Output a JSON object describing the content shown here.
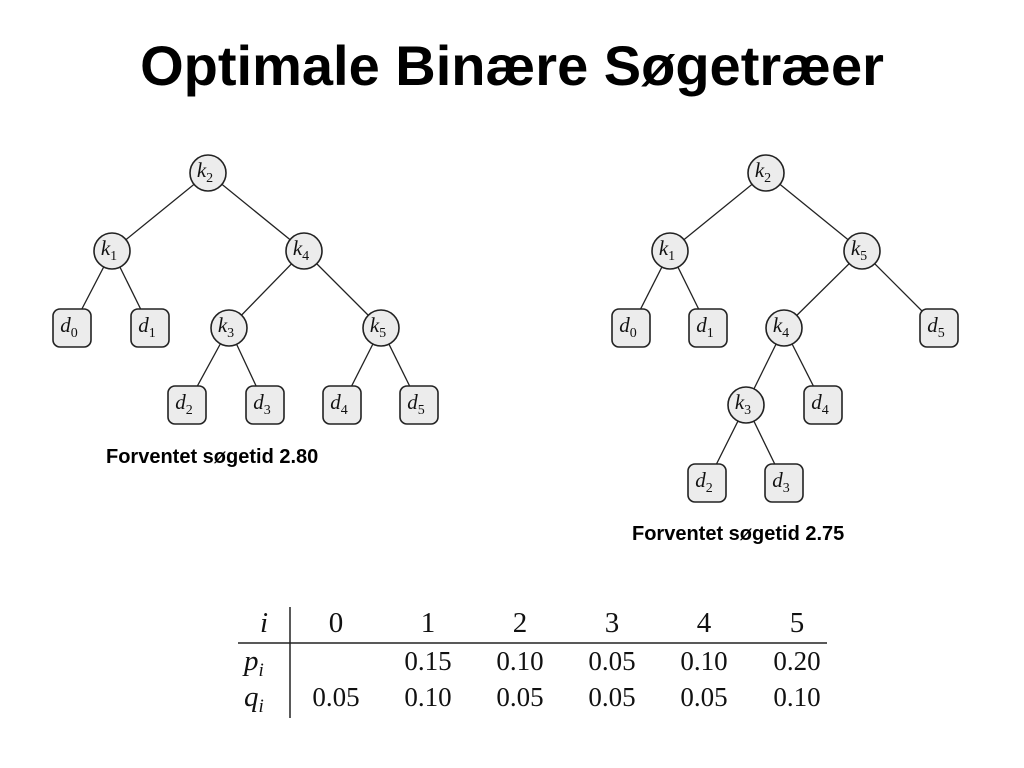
{
  "title": "Optimale Binære Søgetræer",
  "trees": [
    {
      "caption": "Forventet søgetid 2.80",
      "nodes": [
        {
          "id": "k2",
          "kind": "key",
          "letter": "k",
          "sub": "2"
        },
        {
          "id": "k1",
          "kind": "key",
          "letter": "k",
          "sub": "1"
        },
        {
          "id": "k4",
          "kind": "key",
          "letter": "k",
          "sub": "4"
        },
        {
          "id": "d0",
          "kind": "dummy",
          "letter": "d",
          "sub": "0"
        },
        {
          "id": "d1",
          "kind": "dummy",
          "letter": "d",
          "sub": "1"
        },
        {
          "id": "k3",
          "kind": "key",
          "letter": "k",
          "sub": "3"
        },
        {
          "id": "k5",
          "kind": "key",
          "letter": "k",
          "sub": "5"
        },
        {
          "id": "d2",
          "kind": "dummy",
          "letter": "d",
          "sub": "2"
        },
        {
          "id": "d3",
          "kind": "dummy",
          "letter": "d",
          "sub": "3"
        },
        {
          "id": "d4",
          "kind": "dummy",
          "letter": "d",
          "sub": "4"
        },
        {
          "id": "d5",
          "kind": "dummy",
          "letter": "d",
          "sub": "5"
        }
      ],
      "edges": [
        [
          "k2",
          "k1"
        ],
        [
          "k2",
          "k4"
        ],
        [
          "k1",
          "d0"
        ],
        [
          "k1",
          "d1"
        ],
        [
          "k4",
          "k3"
        ],
        [
          "k4",
          "k5"
        ],
        [
          "k3",
          "d2"
        ],
        [
          "k3",
          "d3"
        ],
        [
          "k5",
          "d4"
        ],
        [
          "k5",
          "d5"
        ]
      ]
    },
    {
      "caption": "Forventet søgetid 2.75",
      "nodes": [
        {
          "id": "k2",
          "kind": "key",
          "letter": "k",
          "sub": "2"
        },
        {
          "id": "k1",
          "kind": "key",
          "letter": "k",
          "sub": "1"
        },
        {
          "id": "k5",
          "kind": "key",
          "letter": "k",
          "sub": "5"
        },
        {
          "id": "d0",
          "kind": "dummy",
          "letter": "d",
          "sub": "0"
        },
        {
          "id": "d1",
          "kind": "dummy",
          "letter": "d",
          "sub": "1"
        },
        {
          "id": "k4",
          "kind": "key",
          "letter": "k",
          "sub": "4"
        },
        {
          "id": "d5",
          "kind": "dummy",
          "letter": "d",
          "sub": "5"
        },
        {
          "id": "k3",
          "kind": "key",
          "letter": "k",
          "sub": "3"
        },
        {
          "id": "d4",
          "kind": "dummy",
          "letter": "d",
          "sub": "4"
        },
        {
          "id": "d2",
          "kind": "dummy",
          "letter": "d",
          "sub": "2"
        },
        {
          "id": "d3",
          "kind": "dummy",
          "letter": "d",
          "sub": "3"
        }
      ],
      "edges": [
        [
          "k2",
          "k1"
        ],
        [
          "k2",
          "k5"
        ],
        [
          "k1",
          "d0"
        ],
        [
          "k1",
          "d1"
        ],
        [
          "k5",
          "k4"
        ],
        [
          "k5",
          "d5"
        ],
        [
          "k4",
          "k3"
        ],
        [
          "k4",
          "d4"
        ],
        [
          "k3",
          "d2"
        ],
        [
          "k3",
          "d3"
        ]
      ]
    }
  ],
  "prob_table": {
    "index_label": "i",
    "columns": [
      "0",
      "1",
      "2",
      "3",
      "4",
      "5"
    ],
    "rows": [
      {
        "letter": "p",
        "sub": "i",
        "values": [
          "",
          "0.15",
          "0.10",
          "0.05",
          "0.10",
          "0.20"
        ]
      },
      {
        "letter": "q",
        "sub": "i",
        "values": [
          "0.05",
          "0.10",
          "0.05",
          "0.05",
          "0.05",
          "0.10"
        ]
      }
    ]
  }
}
